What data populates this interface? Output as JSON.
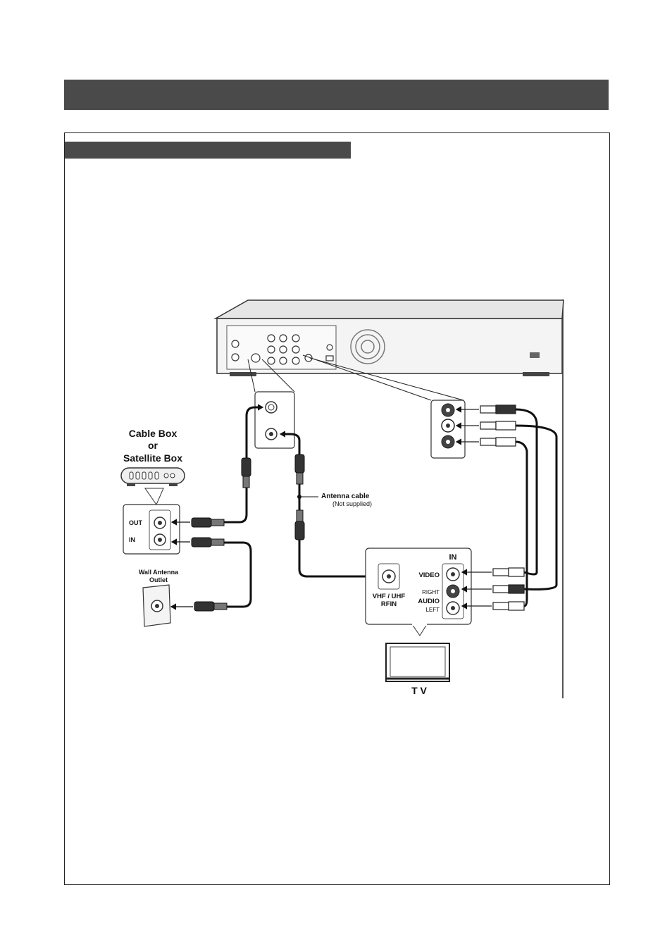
{
  "labels": {
    "cable_box_line1": "Cable Box",
    "cable_box_line2": "or",
    "cable_box_line3": "Satellite Box",
    "out": "OUT",
    "in": "IN",
    "wall_antenna_line1": "Wall Antenna",
    "wall_antenna_line2": "Outlet",
    "antenna_cable": "Antenna cable",
    "not_supplied": "(Not supplied)",
    "tv_in": "IN",
    "video": "VIDEO",
    "right": "RIGHT",
    "audio": "AUDIO",
    "left": "LEFT",
    "vhf_uhf": "VHF / UHF",
    "rfin": "RFIN",
    "tv": "T V"
  },
  "colors": {
    "header_bar": "#4a4a4a",
    "cable": "#111111",
    "panel_border": "#333333"
  }
}
